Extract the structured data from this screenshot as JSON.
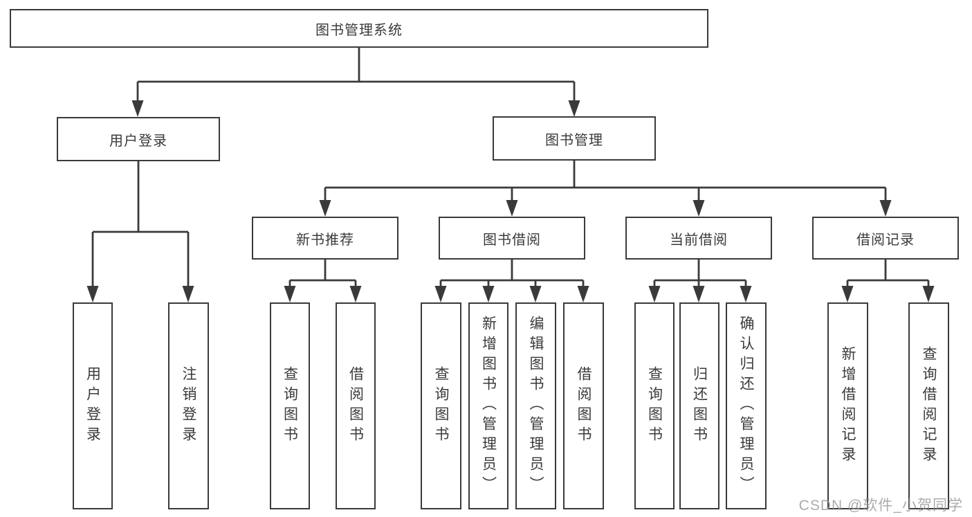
{
  "nodes": {
    "root": {
      "label": "图书管理系统"
    },
    "level2": {
      "user_login_branch": {
        "label": "用户登录"
      },
      "book_mgmt_branch": {
        "label": "图书管理"
      }
    },
    "level3": {
      "new_book": {
        "label": "新书推荐"
      },
      "book_borrow": {
        "label": "图书借阅"
      },
      "current_borrow": {
        "label": "当前借阅"
      },
      "borrow_records": {
        "label": "借阅记录"
      }
    },
    "leaves": {
      "user_login": {
        "label": "用户登录"
      },
      "logout": {
        "label": "注销登录"
      },
      "newbook_query": {
        "label": "查询图书"
      },
      "newbook_borrow": {
        "label": "借阅图书"
      },
      "borrow_query": {
        "label": "查询图书"
      },
      "borrow_add": {
        "label": "新增图书（管理员）"
      },
      "borrow_edit": {
        "label": "编辑图书（管理员）"
      },
      "borrow_borrow": {
        "label": "借阅图书"
      },
      "current_query": {
        "label": "查询图书"
      },
      "current_return": {
        "label": "归还图书"
      },
      "current_confirm": {
        "label": "确认归还（管理员）"
      },
      "records_add": {
        "label": "新增借阅记录"
      },
      "records_query": {
        "label": "查询借阅记录"
      }
    }
  },
  "watermark": "CSDN @软件_小贺同学",
  "colors": {
    "line": "#3a3a3a",
    "text": "#3a3a3a",
    "background": "#ffffff",
    "watermark": "#979797"
  }
}
